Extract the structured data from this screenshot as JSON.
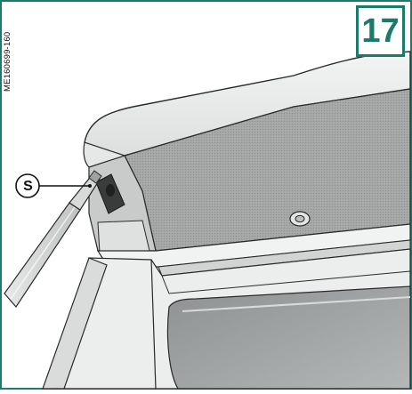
{
  "figure": {
    "reference_code": "ME160699-160",
    "step_number": "17",
    "callout_label": "S"
  },
  "colors": {
    "frame": "#1c7a6b",
    "ink": "#111111"
  },
  "icons": {
    "tool": "screwdriver-illustration",
    "fixing": "screw-hole"
  }
}
